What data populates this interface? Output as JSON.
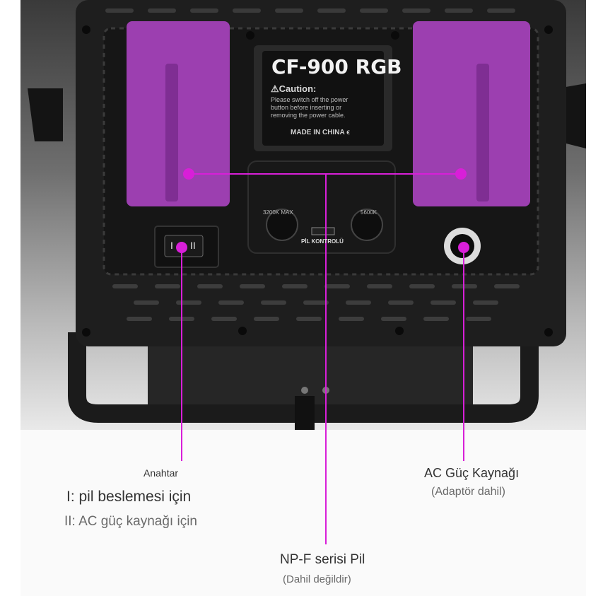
{
  "panel": {
    "model": "CF-900 RGB",
    "caution_title": "⚠Caution:",
    "caution_text": [
      "Please switch off the power",
      "button before inserting or",
      "removing the power cable."
    ],
    "made_in": "MADE IN CHINA ϵ",
    "knob_left_label": "3200K MAX",
    "knob_right_label": "5600K",
    "battery_label": "PİL KONTROLÜ",
    "switch_label_i": "I",
    "switch_label_ii": "II"
  },
  "callouts": {
    "switch": {
      "title": "Anahtar",
      "line1": "I: pil beslemesi için",
      "line2": "II: AC güç kaynağı için"
    },
    "battery": {
      "title": "NP-F serisi Pil",
      "note": "(Dahil değildir)"
    },
    "ac": {
      "title": "AC Güç Kaynağı",
      "note": "(Adaptör dahil)"
    }
  },
  "colors": {
    "accent": "#d81fd8",
    "battery": "#9c3fb0",
    "panel": "#1e1e1e"
  }
}
